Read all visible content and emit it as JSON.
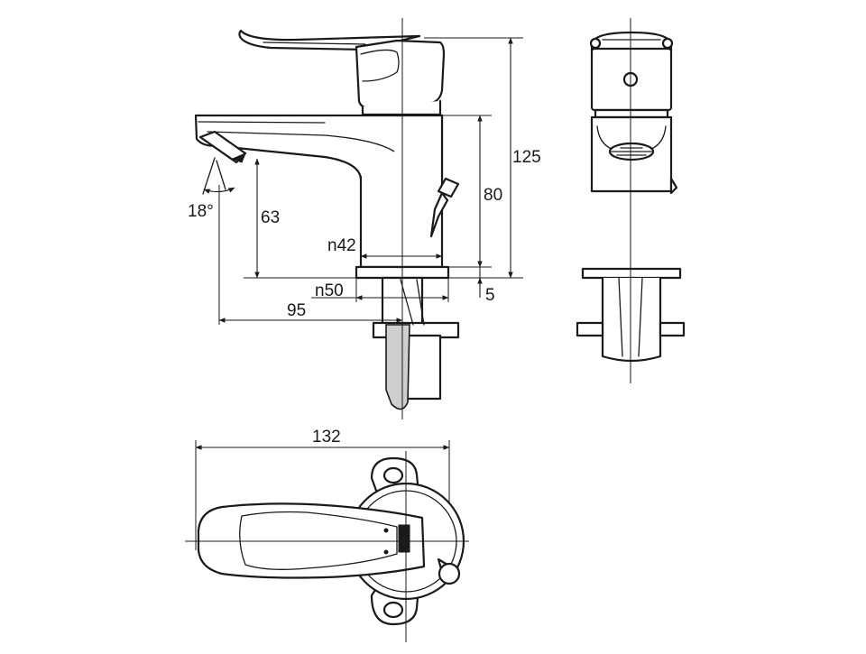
{
  "dimensions": {
    "angle": "18°",
    "spout_height": "63",
    "body_height": "80",
    "total_height": "125",
    "base_thickness": "5",
    "body_diameter": "n42",
    "base_diameter": "n50",
    "reach": "95",
    "total_length": "132"
  }
}
